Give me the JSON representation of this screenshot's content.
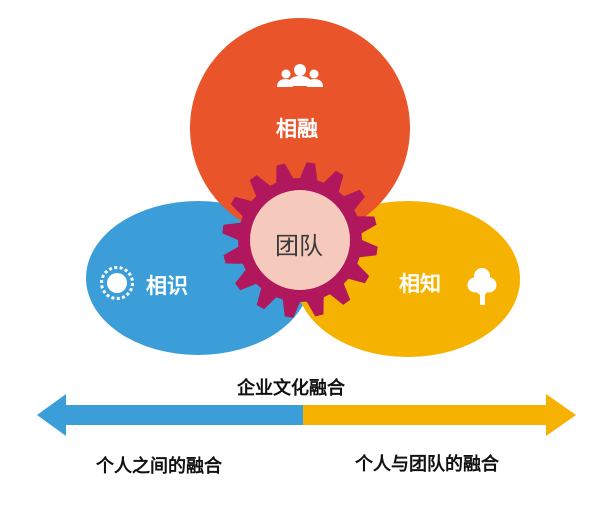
{
  "diagram": {
    "top_circle": {
      "label": "相融",
      "icon": "people-group-icon",
      "color": "#e9542a"
    },
    "left_circle": {
      "label": "相识",
      "icon": "sun-icon",
      "color": "#3b9ed8"
    },
    "right_circle": {
      "label": "相知",
      "icon": "tree-icon",
      "color": "#f6b200"
    },
    "center": {
      "label": "团队",
      "gear_color": "#b0175c",
      "disc_color": "#f5c9bb"
    }
  },
  "spectrum": {
    "title": "企业文化融合",
    "left_caption": "个人之间的融合",
    "right_caption": "个人与团队的融合",
    "left_color": "#3b9ed8",
    "right_color": "#f6b200"
  }
}
